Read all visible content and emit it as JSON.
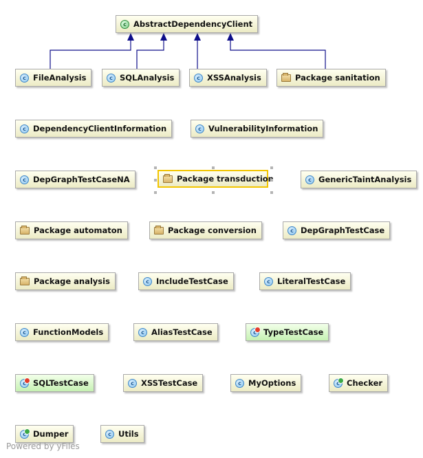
{
  "diagram": {
    "root": {
      "id": "AbstractDependencyClient",
      "label": "AbstractDependencyClient",
      "kind": "abstract-class",
      "icon": "abstract-class-icon"
    },
    "nodes": [
      {
        "id": "FileAnalysis",
        "label": "FileAnalysis",
        "kind": "class",
        "icon": "class-icon"
      },
      {
        "id": "SQLAnalysis",
        "label": "SQLAnalysis",
        "kind": "class",
        "icon": "class-icon"
      },
      {
        "id": "XSSAnalysis",
        "label": "XSSAnalysis",
        "kind": "class",
        "icon": "class-icon"
      },
      {
        "id": "PackageSanitation",
        "label": "Package sanitation",
        "kind": "package",
        "icon": "package-icon"
      },
      {
        "id": "DependencyClientInformation",
        "label": "DependencyClientInformation",
        "kind": "class",
        "icon": "class-icon"
      },
      {
        "id": "VulnerabilityInformation",
        "label": "VulnerabilityInformation",
        "kind": "class",
        "icon": "class-icon"
      },
      {
        "id": "DepGraphTestCaseNA",
        "label": "DepGraphTestCaseNA",
        "kind": "class",
        "icon": "class-icon"
      },
      {
        "id": "PackageTransduction",
        "label": "Package transduction",
        "kind": "package",
        "icon": "package-icon",
        "selected": true
      },
      {
        "id": "GenericTaintAnalysis",
        "label": "GenericTaintAnalysis",
        "kind": "class",
        "icon": "class-icon"
      },
      {
        "id": "PackageAutomaton",
        "label": "Package automaton",
        "kind": "package",
        "icon": "package-icon"
      },
      {
        "id": "PackageConversion",
        "label": "Package conversion",
        "kind": "package",
        "icon": "package-icon"
      },
      {
        "id": "DepGraphTestCase",
        "label": "DepGraphTestCase",
        "kind": "class",
        "icon": "class-icon"
      },
      {
        "id": "PackageAnalysis",
        "label": "Package analysis",
        "kind": "package",
        "icon": "package-icon"
      },
      {
        "id": "IncludeTestCase",
        "label": "IncludeTestCase",
        "kind": "class",
        "icon": "class-icon"
      },
      {
        "id": "LiteralTestCase",
        "label": "LiteralTestCase",
        "kind": "class",
        "icon": "class-icon"
      },
      {
        "id": "FunctionModels",
        "label": "FunctionModels",
        "kind": "class",
        "icon": "class-icon"
      },
      {
        "id": "AliasTestCase",
        "label": "AliasTestCase",
        "kind": "class",
        "icon": "class-icon"
      },
      {
        "id": "TypeTestCase",
        "label": "TypeTestCase",
        "kind": "test-class",
        "icon": "test-class-icon",
        "highlight": "green"
      },
      {
        "id": "SQLTestCase",
        "label": "SQLTestCase",
        "kind": "test-class",
        "icon": "test-class-icon",
        "highlight": "green"
      },
      {
        "id": "XSSTestCase",
        "label": "XSSTestCase",
        "kind": "class",
        "icon": "class-icon"
      },
      {
        "id": "MyOptions",
        "label": "MyOptions",
        "kind": "class",
        "icon": "class-icon"
      },
      {
        "id": "Checker",
        "label": "Checker",
        "kind": "runnable-class",
        "icon": "runnable-class-icon"
      },
      {
        "id": "Dumper",
        "label": "Dumper",
        "kind": "runnable-class",
        "icon": "runnable-class-icon"
      },
      {
        "id": "Utils",
        "label": "Utils",
        "kind": "class",
        "icon": "class-icon"
      }
    ],
    "edges": [
      {
        "from": "FileAnalysis",
        "to": "AbstractDependencyClient",
        "type": "extends"
      },
      {
        "from": "SQLAnalysis",
        "to": "AbstractDependencyClient",
        "type": "extends"
      },
      {
        "from": "XSSAnalysis",
        "to": "AbstractDependencyClient",
        "type": "extends"
      },
      {
        "from": "PackageSanitation",
        "to": "AbstractDependencyClient",
        "type": "extends"
      }
    ],
    "colors": {
      "edge": "#0d0d8a",
      "node_fill": "#ecebc5",
      "node_green": "#c6f1b3",
      "selection": "#f2c500"
    }
  },
  "watermark": "Powered by yFiles"
}
